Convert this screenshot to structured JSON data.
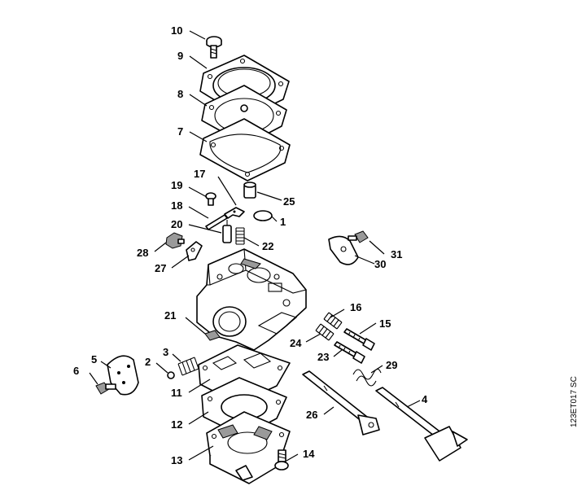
{
  "diagram": {
    "reference_code": "123ET017 SC",
    "callouts": [
      "1",
      "2",
      "3",
      "4",
      "5",
      "6",
      "7",
      "8",
      "9",
      "10",
      "11",
      "12",
      "13",
      "14",
      "15",
      "16",
      "17",
      "18",
      "19",
      "20",
      "21",
      "22",
      "23",
      "24",
      "25",
      "26",
      "27",
      "28",
      "29",
      "30",
      "31"
    ]
  }
}
